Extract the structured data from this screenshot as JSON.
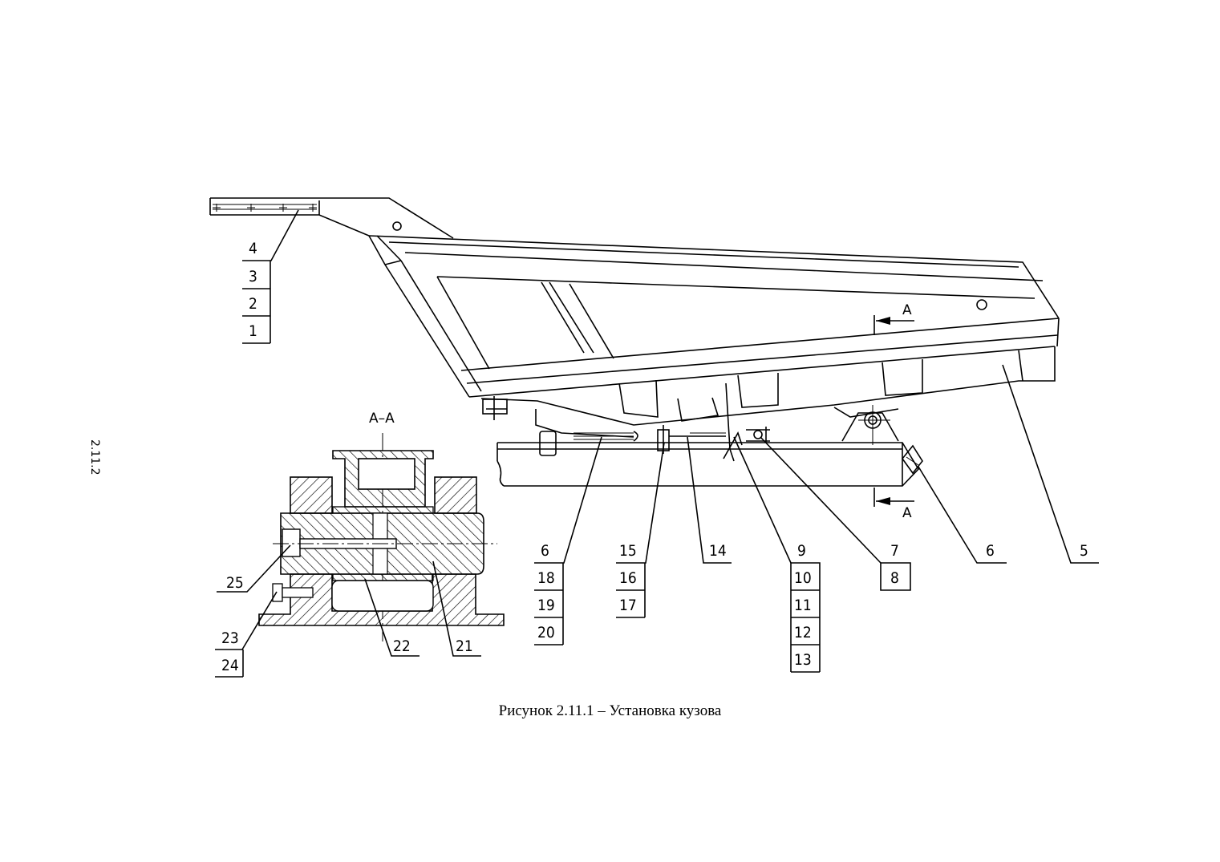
{
  "page": {
    "number": "2.11.2"
  },
  "caption": "Рисунок 2.11.1 – Установка кузова",
  "section": {
    "title": "А–А",
    "marker_top": "А",
    "marker_bottom": "А"
  },
  "callouts": {
    "c4": "4",
    "c3": "3",
    "c2": "2",
    "c1": "1",
    "c6a": "6",
    "c18": "18",
    "c19": "19",
    "c20": "20",
    "c15": "15",
    "c16": "16",
    "c17": "17",
    "c14": "14",
    "c9": "9",
    "c10": "10",
    "c11": "11",
    "c12": "12",
    "c13": "13",
    "c7": "7",
    "c8": "8",
    "c6b": "6",
    "c5": "5",
    "c25": "25",
    "c23": "23",
    "c24": "24",
    "c22": "22",
    "c21": "21"
  }
}
